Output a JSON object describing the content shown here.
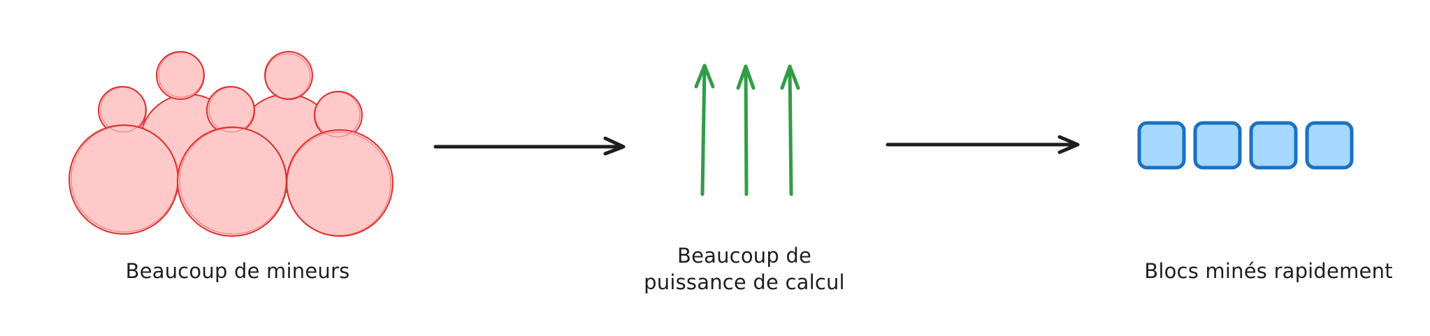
{
  "labels": {
    "miners": "Beaucoup de mineurs",
    "power_line1": "Beaucoup de",
    "power_line2": "puissance de calcul",
    "blocks": "Blocs minés rapidement"
  },
  "colors": {
    "miners_stroke": "#e03131",
    "miners_fill": "#ffc9c9",
    "arrow_stroke": "#1e1e1e",
    "power_arrow_stroke": "#2f9e44",
    "blocks_stroke": "#1971c2",
    "blocks_fill": "#a5d8ff",
    "text": "#1e1e1e"
  },
  "icons": {
    "miners": "miner-circles-cluster",
    "power": "up-arrows",
    "blocks": "block-squares"
  }
}
